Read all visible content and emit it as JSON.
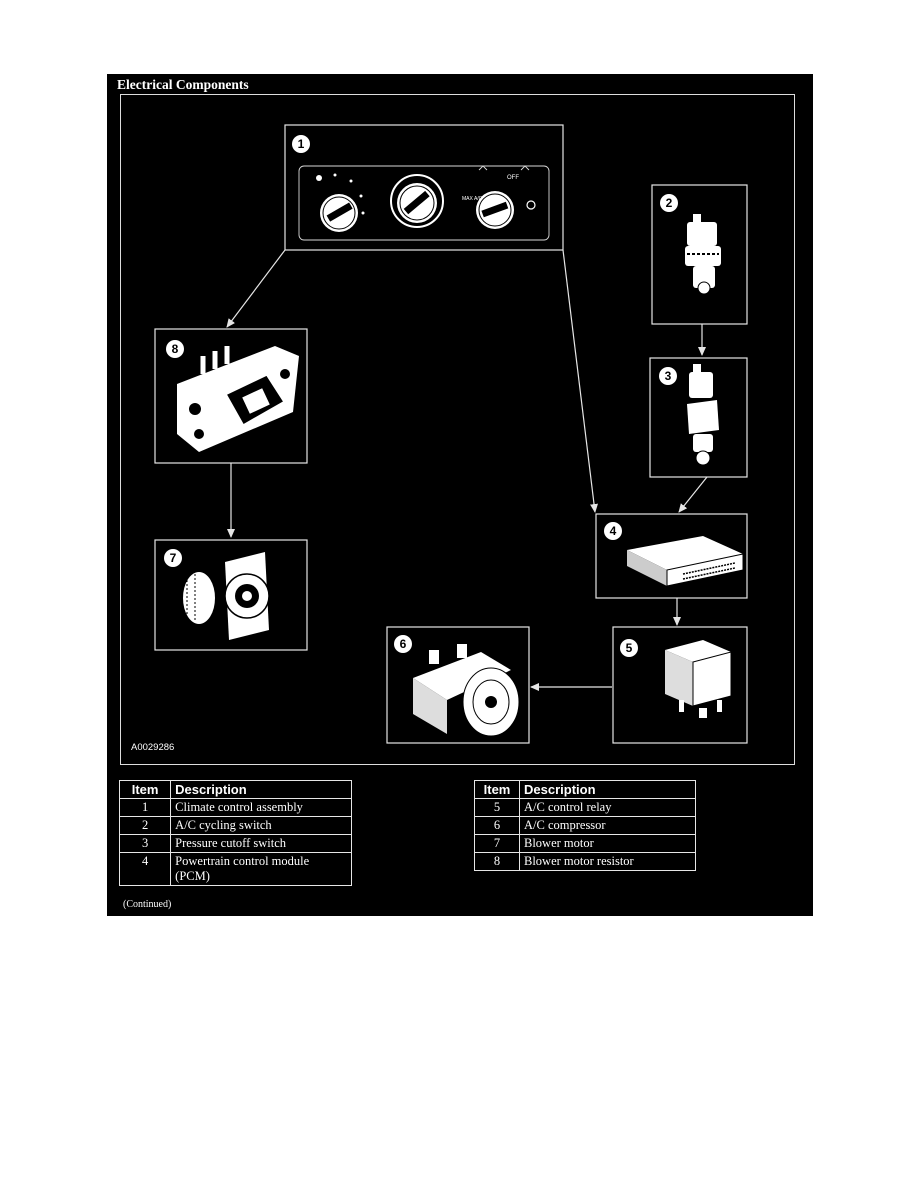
{
  "title": "Electrical Components",
  "figure_id": "A0029286",
  "callouts": [
    "1",
    "2",
    "3",
    "4",
    "5",
    "6",
    "7",
    "8"
  ],
  "dial_labels": {
    "off": "OFF",
    "max_ac": "MAX A/C"
  },
  "table_headers": {
    "item": "Item",
    "description": "Description"
  },
  "left_table": [
    {
      "item": "1",
      "description": "Climate control assembly"
    },
    {
      "item": "2",
      "description": "A/C cycling switch"
    },
    {
      "item": "3",
      "description": "Pressure cutoff switch"
    },
    {
      "item": "4",
      "description": "Powertrain control module (PCM)"
    }
  ],
  "right_table": [
    {
      "item": "5",
      "description": "A/C control relay"
    },
    {
      "item": "6",
      "description": "A/C compressor"
    },
    {
      "item": "7",
      "description": "Blower motor"
    },
    {
      "item": "8",
      "description": "Blower motor resistor"
    }
  ],
  "continued": "(Continued)"
}
